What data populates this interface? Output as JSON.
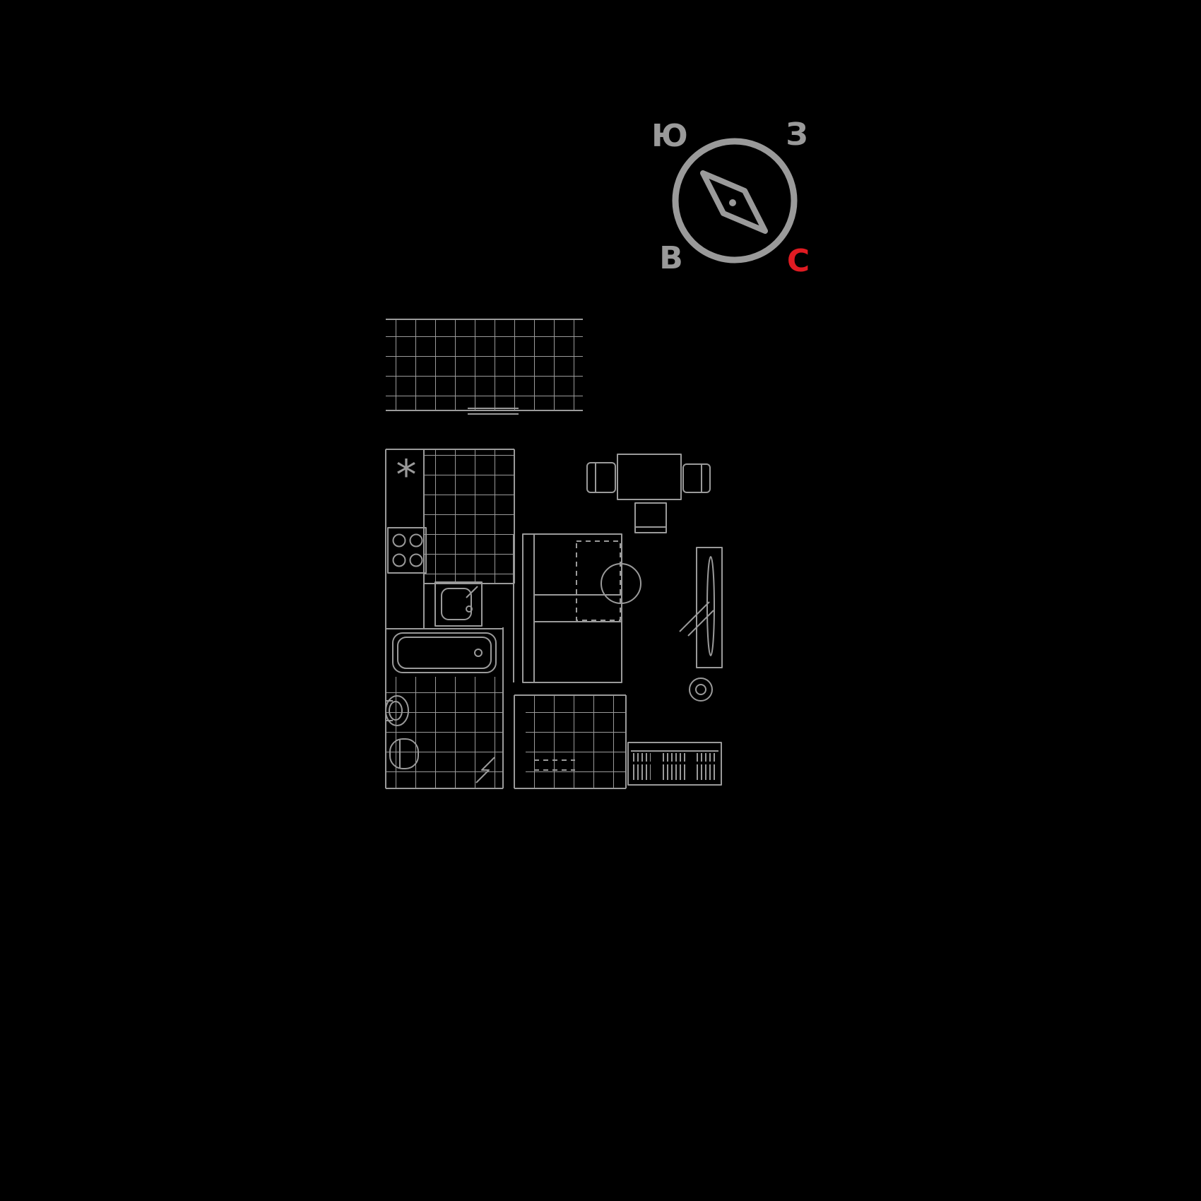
{
  "theme": {
    "bg": "#000000",
    "line": "#9a9a9a",
    "accent": "#e01b22"
  },
  "compass": {
    "labels": {
      "south": "Ю",
      "west": "З",
      "east": "В",
      "north": "С"
    },
    "north_color": "#e01b22"
  },
  "floor_plan": {
    "lamp_symbol": "*"
  },
  "icons": {
    "compass": "compass-rose",
    "lamp": "asterisk-star",
    "stove": "four-burner-cooktop",
    "sink": "kitchen-sink",
    "bathtub": "bathtub",
    "washbasin": "washbasin",
    "toilet": "toilet",
    "sofa": "corner-sofa",
    "coffee_table": "round-table",
    "dining_table": "table-with-chairs",
    "wardrobe": "wardrobe",
    "pouf": "round-stool",
    "hanger_rack": "coat-rack"
  }
}
